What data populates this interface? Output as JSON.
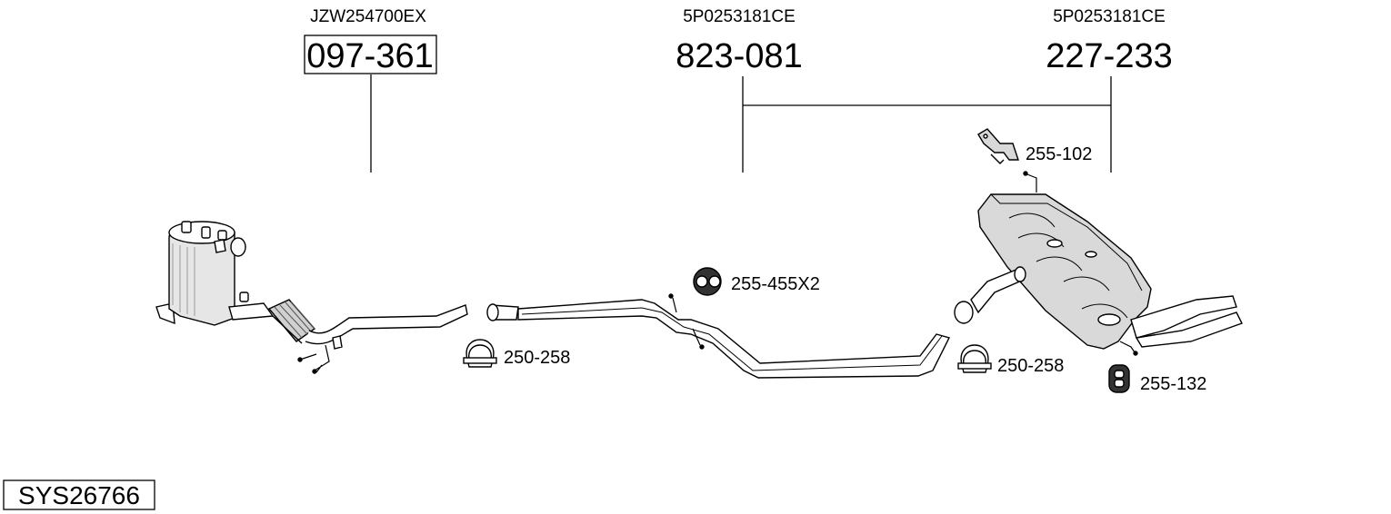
{
  "diagram": {
    "system_id": "SYS26766",
    "main_parts": [
      {
        "oem": "JZW254700EX",
        "part": "097-361"
      },
      {
        "oem": "5P0253181CE",
        "part": "823-081"
      },
      {
        "oem": "5P0253181CE",
        "part": "227-233"
      }
    ],
    "accessories": [
      {
        "part": "255-102"
      },
      {
        "part": "255-455X2"
      },
      {
        "part": "250-258"
      },
      {
        "part": "250-258"
      },
      {
        "part": "255-132"
      }
    ]
  },
  "colors": {
    "stroke": "#000000",
    "fill": "#ffffff",
    "shade": "#d9d9d9"
  }
}
